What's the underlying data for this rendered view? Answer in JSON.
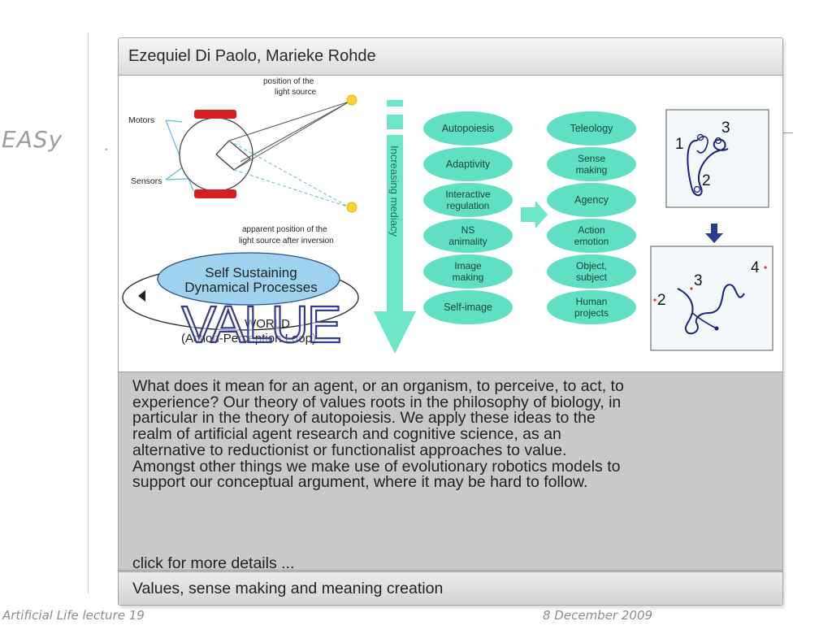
{
  "slide": {
    "logo": "EASy",
    "footer_left": "Artificial Life lecture 19",
    "footer_right": "8 December 2009"
  },
  "window": {
    "title": "Ezequiel Di Paolo, Marieke Rohde",
    "footer_caption": "Values, sense making and meaning creation"
  },
  "figure": {
    "vehicle": {
      "motors_label": "Motors",
      "sensors_label": "Sensors",
      "light_pos_line1": "position of the",
      "light_pos_line2": "light source",
      "apparent_line1": "apparent position of the",
      "apparent_line2": "light source after inversion"
    },
    "loop": {
      "inner_line1": "Self Sustaining",
      "inner_line2": "Dynamical Processes",
      "world_line1": "WORLD",
      "world_line2": "(Action-Perception Loop)",
      "overlay": "VALUE"
    },
    "arrow_label": "Increasing mediacy",
    "left_column": [
      {
        "line1": "Autopoiesis",
        "line2": ""
      },
      {
        "line1": "Adaptivity",
        "line2": ""
      },
      {
        "line1": "Interactive",
        "line2": "regulation"
      },
      {
        "line1": "NS",
        "line2": "animality"
      },
      {
        "line1": "Image",
        "line2": "making"
      },
      {
        "line1": "Self-image",
        "line2": ""
      }
    ],
    "right_column": [
      {
        "line1": "Teleology",
        "line2": ""
      },
      {
        "line1": "Sense",
        "line2": "making"
      },
      {
        "line1": "Agency",
        "line2": ""
      },
      {
        "line1": "Action",
        "line2": "emotion"
      },
      {
        "line1": "Object,",
        "line2": "subject"
      },
      {
        "line1": "Human",
        "line2": "projects"
      }
    ],
    "traj_top": {
      "n1": "1",
      "n2": "2",
      "n3": "3"
    },
    "traj_bottom": {
      "n2": "2",
      "n3": "3",
      "n4": "4"
    }
  },
  "description": {
    "lines": [
      "What does it mean for an agent, or an organism, to perceive, to act, to",
      "experience? Our theory of values roots in the philosophy of biology, in",
      "particular in the theory of autopoiesis. We apply these ideas to the",
      "realm of artificial agent research and cognitive science, as an",
      "alternative to reductionist or functionalist approaches to value.",
      "Amongst other things we make use of evolutionary robotics models to",
      "support our conceptual argument, where it may be hard to follow."
    ],
    "more_link": "click for more details ..."
  },
  "colors": {
    "pill": "#5fe0c2",
    "pill_border": "#3bc7a6",
    "arrow": "#6ce6c8",
    "motor": "#d41f25",
    "sensor_line": "#5fb8d8",
    "value_outline": "#353a8c",
    "trajectory": "#1a1f7a"
  }
}
